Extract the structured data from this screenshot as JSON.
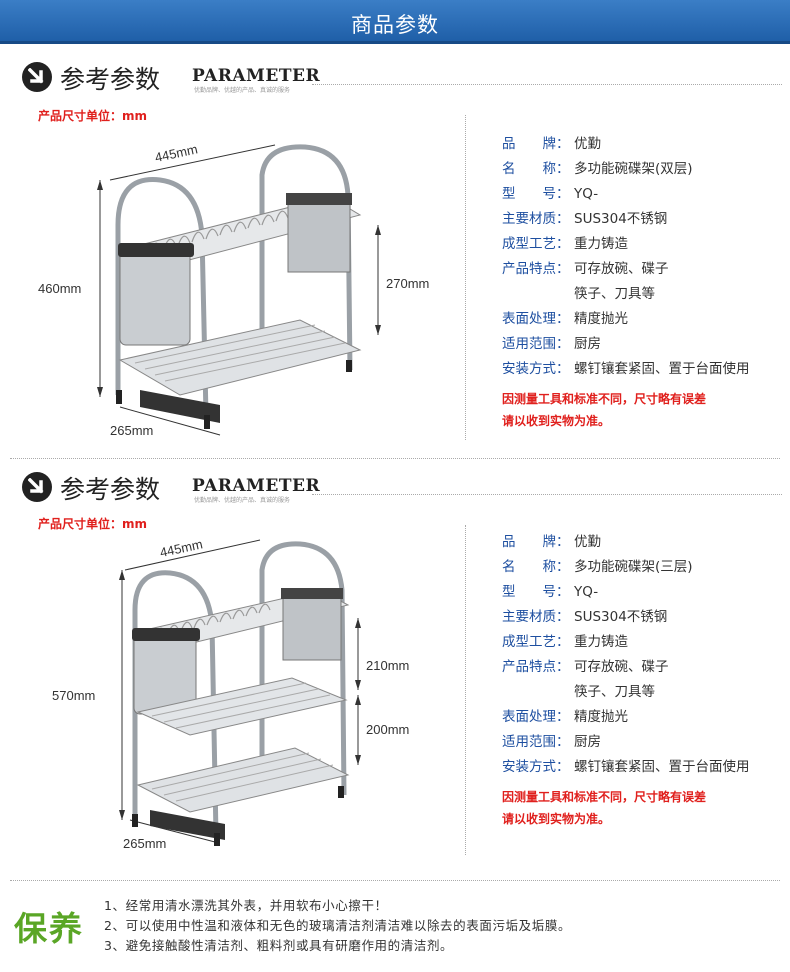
{
  "header": {
    "title": "商品参数"
  },
  "sections": [
    {
      "heading_zh": "参考参数",
      "heading_en": "PARAMETER",
      "slogan": "优勤品牌、优越的产品、真诚的服务",
      "unit_label": "产品尺寸单位：mm",
      "dims": {
        "width": "445mm",
        "height": "460mm",
        "depth": "265mm",
        "tier1": "270mm"
      },
      "specs": [
        {
          "label": "品　　牌：",
          "value": "优勤"
        },
        {
          "label": "名　　称：",
          "value": "多功能碗碟架(双层)"
        },
        {
          "label": "型　　号：",
          "value": "YQ-"
        },
        {
          "label": "主要材质：",
          "value": "SUS304不锈钢"
        },
        {
          "label": "成型工艺：",
          "value": "重力铸造"
        },
        {
          "label": "产品特点：",
          "value": "可存放碗、碟子"
        },
        {
          "label": "",
          "value": "筷子、刀具等"
        },
        {
          "label": "表面处理：",
          "value": "精度抛光"
        },
        {
          "label": "适用范围：",
          "value": "厨房"
        },
        {
          "label": "安装方式：",
          "value": "螺钉镶套紧固、置于台面使用"
        }
      ],
      "notes": [
        "因测量工具和标准不同，尺寸略有误差",
        "请以收到实物为准。"
      ]
    },
    {
      "heading_zh": "参考参数",
      "heading_en": "PARAMETER",
      "slogan": "优勤品牌、优越的产品、真诚的服务",
      "unit_label": "产品尺寸单位：mm",
      "dims": {
        "width": "445mm",
        "height": "570mm",
        "depth": "265mm",
        "tier1": "210mm",
        "tier2": "200mm"
      },
      "specs": [
        {
          "label": "品　　牌：",
          "value": "优勤"
        },
        {
          "label": "名　　称：",
          "value": "多功能碗碟架(三层)"
        },
        {
          "label": "型　　号：",
          "value": "YQ-"
        },
        {
          "label": "主要材质：",
          "value": "SUS304不锈钢"
        },
        {
          "label": "成型工艺：",
          "value": "重力铸造"
        },
        {
          "label": "产品特点：",
          "value": "可存放碗、碟子"
        },
        {
          "label": "",
          "value": "筷子、刀具等"
        },
        {
          "label": "表面处理：",
          "value": "精度抛光"
        },
        {
          "label": "适用范围：",
          "value": "厨房"
        },
        {
          "label": "安装方式：",
          "value": "螺钉镶套紧固、置于台面使用"
        }
      ],
      "notes": [
        "因测量工具和标准不同，尺寸略有误差",
        "请以收到实物为准。"
      ]
    }
  ],
  "care": {
    "title": "保养",
    "items": [
      "1、经常用清水漂洗其外表，并用软布小心擦干！",
      "2、可以使用中性温和液体和无色的玻璃清洁剂清洁难以除去的表面污垢及垢膜。",
      "3、避免接触酸性清洁剂、粗料剂或具有研磨作用的清洁剂。"
    ]
  },
  "colors": {
    "header_blue": "#2b6db5",
    "label_blue": "#1e4fa0",
    "note_red": "#e0201d",
    "care_green": "#5aa626"
  }
}
